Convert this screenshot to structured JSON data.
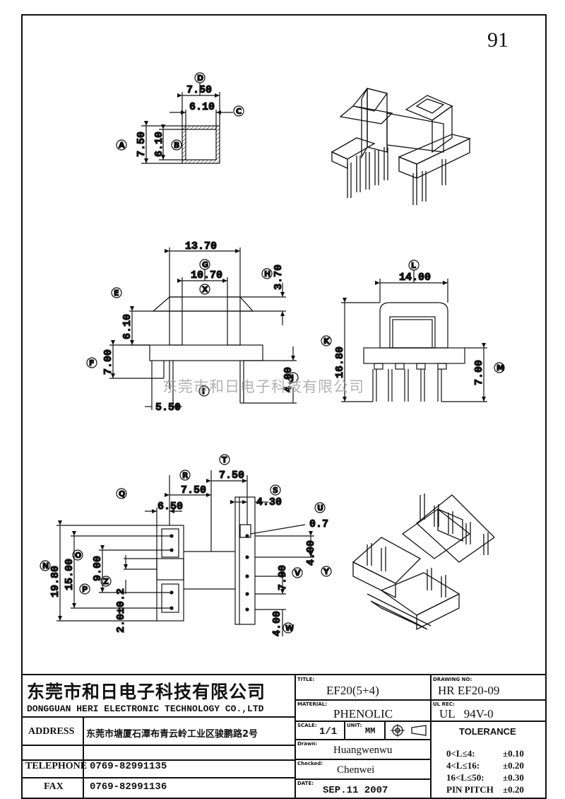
{
  "page_number": "91",
  "watermark": "东莞市和日电子科技有限公司",
  "dimensions": {
    "d1": "7.50",
    "d2": "6.10",
    "d3": "7.50",
    "d4": "6.10",
    "d5": "13.70",
    "d6": "10.70",
    "d7": "3.70",
    "d8": "6.10",
    "d9": "7.00",
    "d10": "4.00",
    "d11": "5.50",
    "d12": "14.00",
    "d13": "16.80",
    "d14": "7.00",
    "d15": "7.50",
    "d16": "7.50",
    "d17": "6.50",
    "d18": "4.30",
    "d19": "0.7",
    "d20": "19.80",
    "d21": "15.00",
    "d22": "9.00",
    "d23": "2.0±0.2",
    "d24": "7.00",
    "d25": "4.00",
    "d26": "4.00"
  },
  "labels": {
    "A": "A",
    "B": "B",
    "C": "C",
    "D": "D",
    "E": "E",
    "F": "F",
    "G": "G",
    "H": "H",
    "I": "I",
    "J": "J",
    "K": "K",
    "L": "L",
    "M": "M",
    "N": "N",
    "O": "O",
    "P": "P",
    "Q": "Q",
    "R": "R",
    "S": "S",
    "T": "T",
    "U": "U",
    "V": "V",
    "W": "W",
    "X": "X",
    "Y": "Y",
    "Z": "Z"
  },
  "title_block": {
    "company_cn": "东莞市和日电子科技有限公司",
    "company_en": "DONGGUAN HERI ELECTRONIC TECHNOLOGY CO.,LTD",
    "address_label": "ADDRESS",
    "address_value": "东莞市塘厦石潭布青云岭工业区骏鹏路2号",
    "telephone_label": "TELEPHONE",
    "telephone_value": "0769-82991135",
    "fax_label": "FAX",
    "fax_value": "0769-82991136",
    "title_caption": "TITLE:",
    "title_value": "EF20(5+4)",
    "material_caption": "MATERIAL:",
    "material_value": "PHENOLIC",
    "scale_caption": "SCALE:",
    "scale_value": "1/1",
    "unit_caption": "UNIT:",
    "unit_value": "MM",
    "drawn_caption": "Drawn:",
    "drawn_value": "Huangwenwu",
    "checked_caption": "Checked:",
    "checked_value": "Chenwei",
    "date_caption": "DATE:",
    "date_value": "SEP.11 2007",
    "drawing_no_caption": "DRAWING NO:",
    "drawing_no_value": "HR EF20-09",
    "ul_caption": "UL REC:",
    "ul_value": "UL   94V-0",
    "tolerance_title": "TOLERANCE",
    "tolerances": [
      {
        "range": "0<L≤4:",
        "value": "±0.10"
      },
      {
        "range": "4<L≤16:",
        "value": "±0.20"
      },
      {
        "range": "16<L≤50:",
        "value": "±0.30"
      },
      {
        "range": "PIN PITCH",
        "value": "±0.20"
      }
    ]
  }
}
